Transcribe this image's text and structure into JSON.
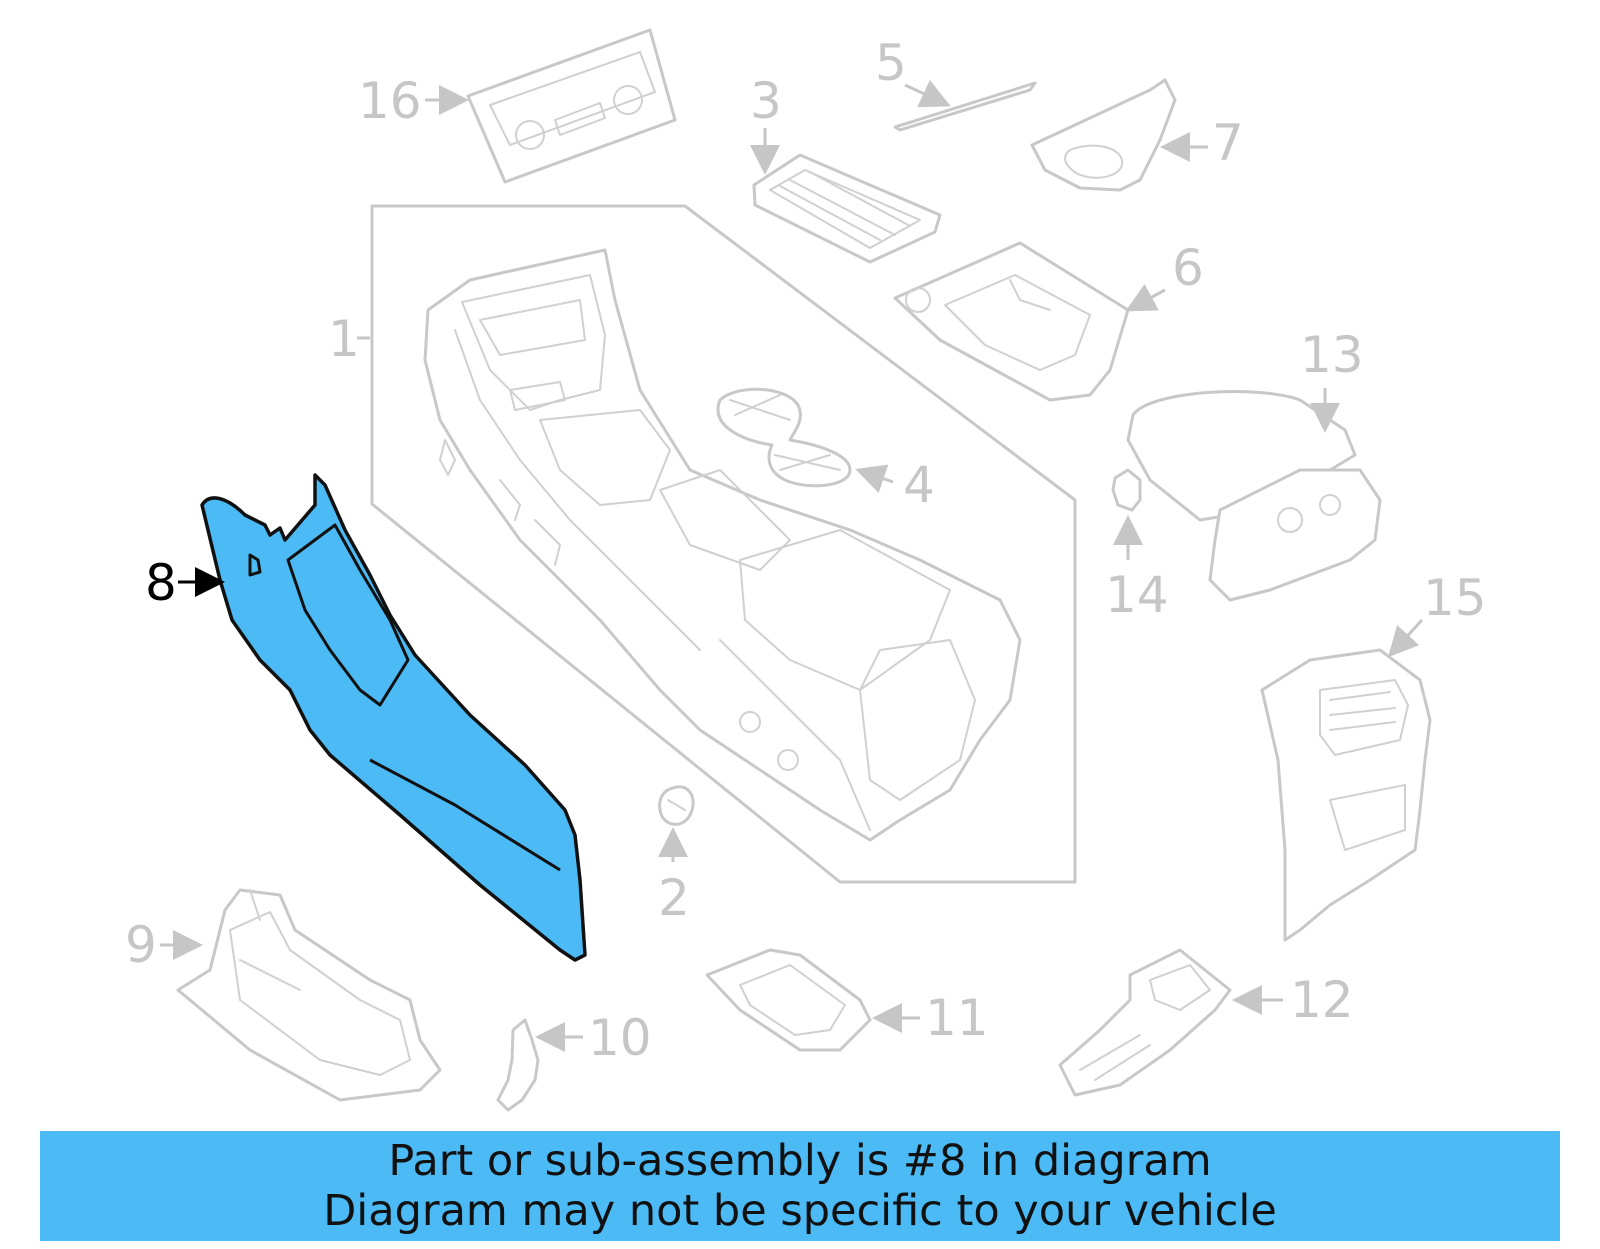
{
  "diagram": {
    "highlighted_part": "8",
    "highlight_color": "#4bbaf5",
    "callout_color": "#c6c6c6",
    "callouts": [
      "1",
      "2",
      "3",
      "4",
      "5",
      "6",
      "7",
      "8",
      "9",
      "10",
      "11",
      "12",
      "13",
      "14",
      "15",
      "16"
    ]
  },
  "banner": {
    "line1": "Part or sub-assembly is #8 in diagram",
    "line2": "Diagram may not be specific to your vehicle",
    "background": "#4bbaf5"
  }
}
